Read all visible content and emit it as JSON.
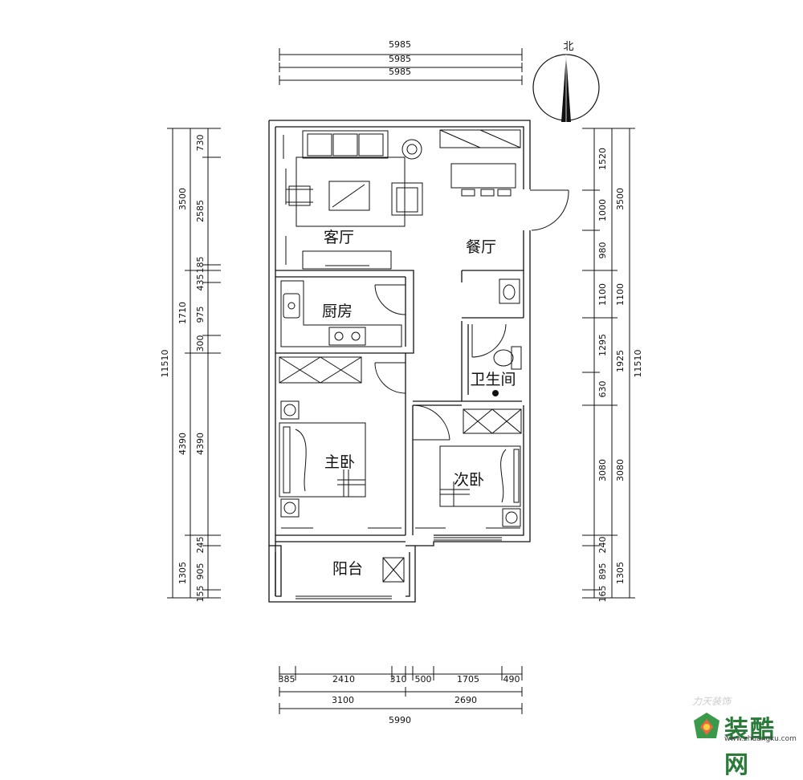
{
  "north_label": "北",
  "rooms": {
    "living": "客厅",
    "dining": "餐厅",
    "kitchen": "厨房",
    "bathroom": "卫生间",
    "master": "主卧",
    "second": "次卧",
    "balcony": "阳台"
  },
  "dims_top": [
    "5985",
    "5985",
    "5985"
  ],
  "dims_left_outer": [
    "11510"
  ],
  "dims_left_mid": [
    "3500",
    "1710",
    "4390",
    "1305"
  ],
  "dims_left_inner": [
    "730",
    "2585",
    "185",
    "435",
    "975",
    "300",
    "4390",
    "245",
    "905",
    "155"
  ],
  "dims_right_inner": [
    "1520",
    "1000",
    "980",
    "1100",
    "1295",
    "630",
    "3080",
    "240",
    "895",
    "165"
  ],
  "dims_right_mid": [
    "3500",
    "1100",
    "1925",
    "3080",
    "1305"
  ],
  "dims_right_outer": [
    "11510"
  ],
  "dims_bottom_row1": [
    "385",
    "2410",
    "310",
    "500",
    "1705",
    "490"
  ],
  "dims_bottom_row2": [
    "3100",
    "2690"
  ],
  "dims_bottom_row3": [
    "5990"
  ],
  "watermark": {
    "brand": "装酷网",
    "url": "www.zhuangku.com",
    "small": "力天装饰"
  }
}
